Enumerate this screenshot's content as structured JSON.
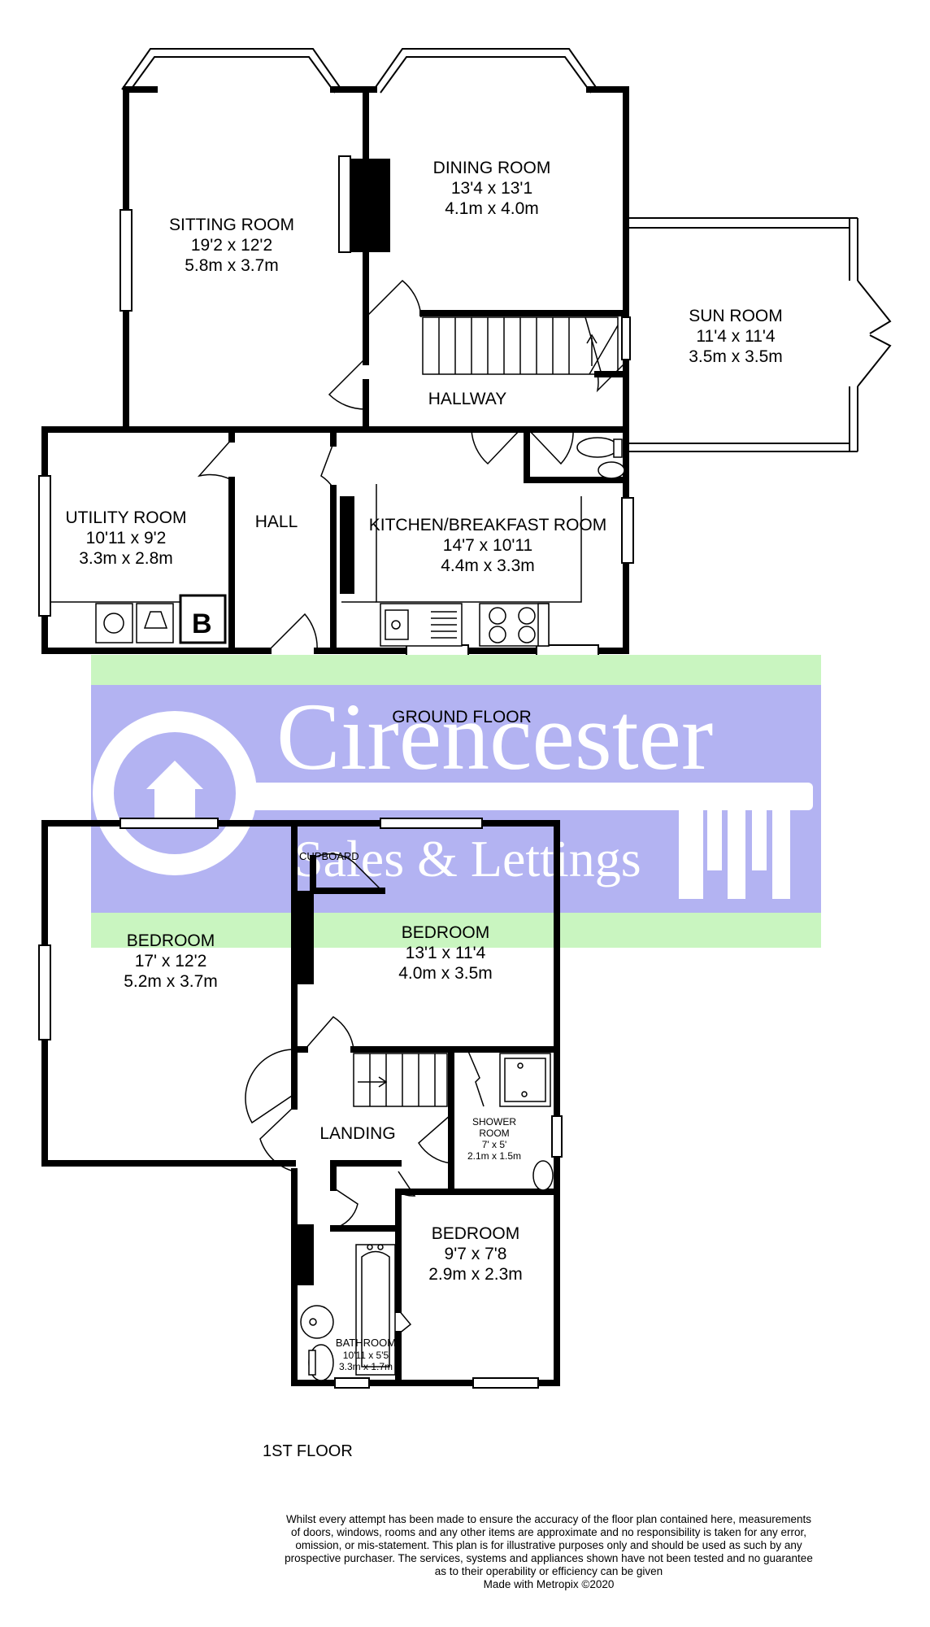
{
  "watermark": {
    "brand": "Cirencester",
    "tagline": "Sales & Lettings",
    "colors": {
      "band": "#c9f5c0",
      "panel": "#b3b3f2",
      "mark": "#ffffff"
    }
  },
  "ground_floor": {
    "label": "GROUND FLOOR",
    "rooms": {
      "sitting": {
        "name": "SITTING ROOM",
        "imperial": "19'2 x 12'2",
        "metric": "5.8m x 3.7m"
      },
      "dining": {
        "name": "DINING ROOM",
        "imperial": "13'4 x 13'1",
        "metric": "4.1m x 4.0m"
      },
      "sun": {
        "name": "SUN ROOM",
        "imperial": "11'4 x 11'4",
        "metric": "3.5m x 3.5m"
      },
      "hallway": {
        "name": "HALLWAY"
      },
      "utility": {
        "name": "UTILITY ROOM",
        "imperial": "10'11 x 9'2",
        "metric": "3.3m x 2.8m"
      },
      "hall": {
        "name": "HALL"
      },
      "kitchen": {
        "name": "KITCHEN/BREAKFAST ROOM",
        "imperial": "14'7 x 10'11",
        "metric": "4.4m x 3.3m"
      }
    },
    "boiler_symbol": "B"
  },
  "first_floor": {
    "label": "1ST FLOOR",
    "rooms": {
      "bedroom1": {
        "name": "BEDROOM",
        "imperial": "17' x 12'2",
        "metric": "5.2m x 3.7m"
      },
      "bedroom2": {
        "name": "BEDROOM",
        "imperial": "13'1 x 11'4",
        "metric": "4.0m x 3.5m"
      },
      "bedroom3": {
        "name": "BEDROOM",
        "imperial": "9'7 x 7'8",
        "metric": "2.9m x 2.3m"
      },
      "cupboard": {
        "name": "CUPBOARD"
      },
      "landing": {
        "name": "LANDING"
      },
      "shower": {
        "name_line1": "SHOWER",
        "name_line2": "ROOM",
        "imperial": "7' x 5'",
        "metric": "2.1m x 1.5m"
      },
      "bathroom": {
        "name": "BATHROOM",
        "imperial": "10'11 x 5'5",
        "metric": "3.3m x 1.7m"
      }
    }
  },
  "disclaimer": {
    "line1": "Whilst every attempt has been made to ensure the accuracy of the floor plan contained here, measurements",
    "line2": "of doors, windows, rooms and any other items are approximate and no responsibility is taken for any error,",
    "line3": "omission, or mis-statement. This plan is for illustrative purposes only and should be used as such by any",
    "line4": "prospective purchaser. The services, systems and appliances shown have not been tested and no guarantee",
    "line5": "as to their operability or efficiency can be given",
    "line6": "Made with Metropix ©2020"
  }
}
